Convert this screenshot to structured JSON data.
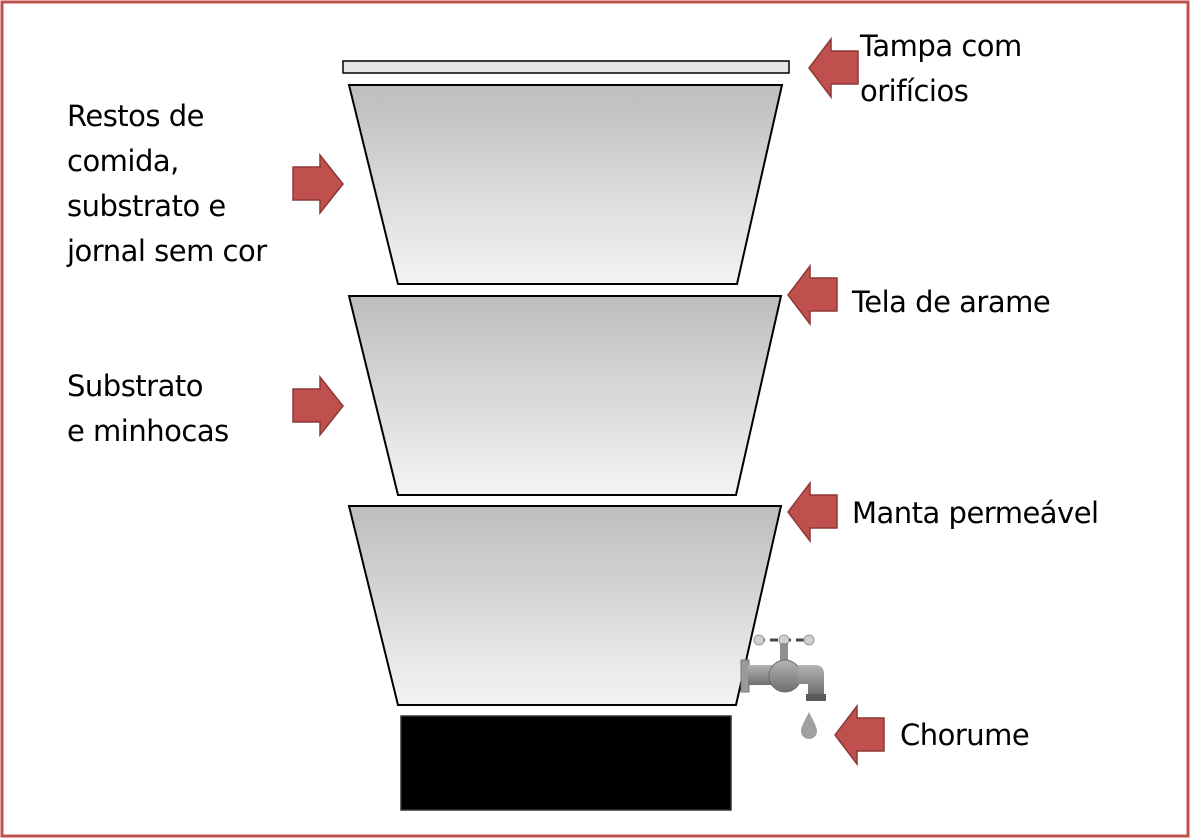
{
  "labels": {
    "tampa": [
      "Tampa com",
      "orifícios"
    ],
    "restos": [
      "Restos de",
      "comida,",
      "substrato e",
      "jornal sem cor"
    ],
    "tela": "Tela de arame",
    "substrato": [
      "Substrato",
      "e minhocas"
    ],
    "manta": "Manta permeável",
    "chorume": "Chorume"
  },
  "colors": {
    "border": "#c0504d",
    "arrow_fill": "#c0504d",
    "arrow_stroke": "#8c3836",
    "tier_top": "#bdbdbd",
    "tier_bottom": "#f4f4f4",
    "lid_fill": "#e6e6e6",
    "base_fill": "#000000",
    "faucet": "#8c8c8c"
  },
  "icons": {
    "arrow": "right-pointing-block-arrow",
    "faucet": "faucet-icon",
    "drop": "water-drop-icon"
  }
}
